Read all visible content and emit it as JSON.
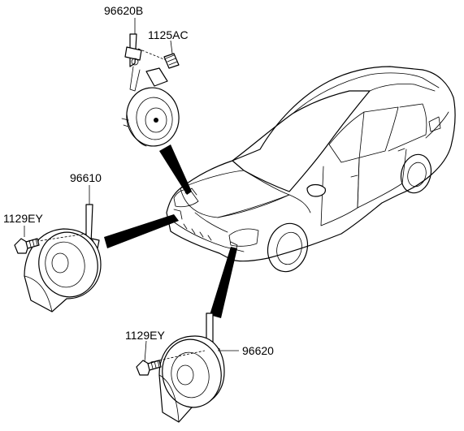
{
  "diagram": {
    "parts": [
      {
        "part_no": "96620B",
        "description_icon": "horn-high-icon"
      },
      {
        "part_no": "1125AC",
        "description_icon": "bolt-icon"
      },
      {
        "part_no": "96610",
        "description_icon": "horn-low-icon"
      },
      {
        "part_no": "1129EY",
        "description_icon": "bolt-icon"
      },
      {
        "part_no": "1129EY",
        "description_icon": "bolt-icon"
      },
      {
        "part_no": "96620",
        "description_icon": "horn-icon"
      }
    ],
    "vehicle_icon": "sedan-car-icon",
    "colors": {
      "line": "#000000",
      "background": "#ffffff"
    }
  }
}
